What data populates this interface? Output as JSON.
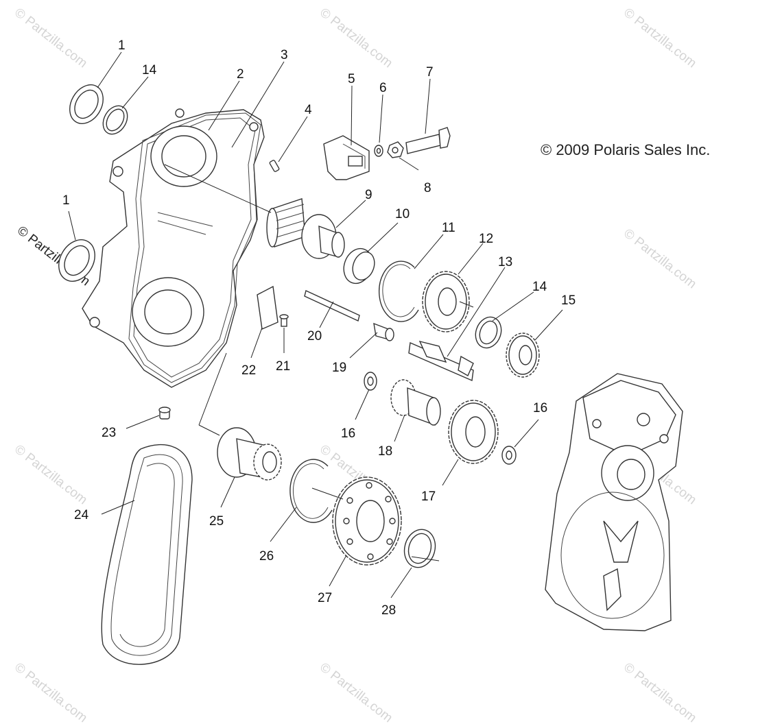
{
  "copyright": "© 2009 Polaris Sales Inc.",
  "watermark": "© Partzilla.com",
  "callouts": [
    {
      "id": "c1a",
      "text": "1"
    },
    {
      "id": "c14a",
      "text": "14"
    },
    {
      "id": "c2",
      "text": "2"
    },
    {
      "id": "c3",
      "text": "3"
    },
    {
      "id": "c4",
      "text": "4"
    },
    {
      "id": "c5",
      "text": "5"
    },
    {
      "id": "c6",
      "text": "6"
    },
    {
      "id": "c7",
      "text": "7"
    },
    {
      "id": "c8",
      "text": "8"
    },
    {
      "id": "c1b",
      "text": "1"
    },
    {
      "id": "c9",
      "text": "9"
    },
    {
      "id": "c10",
      "text": "10"
    },
    {
      "id": "c11",
      "text": "11"
    },
    {
      "id": "c12",
      "text": "12"
    },
    {
      "id": "c13",
      "text": "13"
    },
    {
      "id": "c14b",
      "text": "14"
    },
    {
      "id": "c15",
      "text": "15"
    },
    {
      "id": "c20",
      "text": "20"
    },
    {
      "id": "c19",
      "text": "19"
    },
    {
      "id": "c22",
      "text": "22"
    },
    {
      "id": "c21",
      "text": "21"
    },
    {
      "id": "c16a",
      "text": "16"
    },
    {
      "id": "c16b",
      "text": "16"
    },
    {
      "id": "c18",
      "text": "18"
    },
    {
      "id": "c17",
      "text": "17"
    },
    {
      "id": "c23",
      "text": "23"
    },
    {
      "id": "c24",
      "text": "24"
    },
    {
      "id": "c25",
      "text": "25"
    },
    {
      "id": "c26",
      "text": "26"
    },
    {
      "id": "c27",
      "text": "27"
    },
    {
      "id": "c28",
      "text": "28"
    }
  ]
}
